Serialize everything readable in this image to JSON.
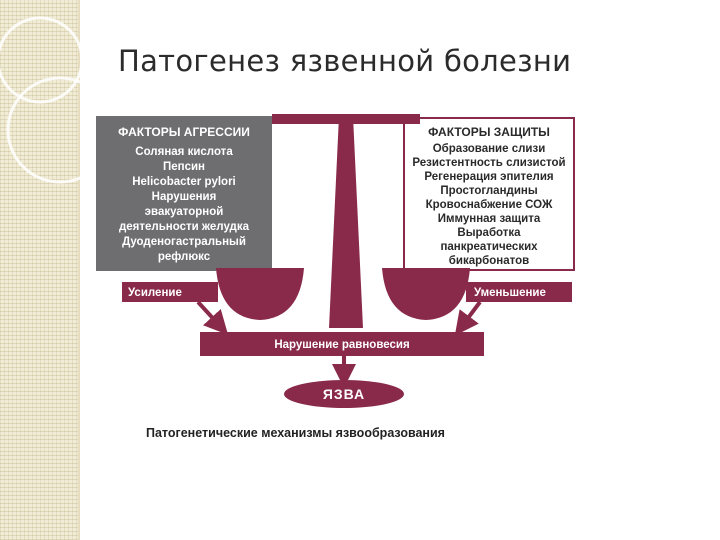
{
  "title": "Патогенез язвенной болезни",
  "aggression": {
    "heading": "ФАКТОРЫ АГРЕССИИ",
    "items": [
      "Соляная кислота",
      "Пепсин",
      "Helicobacter pylori",
      "Нарушения",
      "эвакуаторной",
      "деятельности желудка",
      "Дуоденогастральный",
      "рефлюкс"
    ]
  },
  "protection": {
    "heading": "ФАКТОРЫ ЗАЩИТЫ",
    "items": [
      "Образование слизи",
      "Резистентность слизистой",
      "Регенерация эпителия",
      "Простогландины",
      "Кровоснабжение СОЖ",
      "Иммунная защита",
      "Выработка",
      "панкреатических",
      "бикарбонатов"
    ]
  },
  "bars": {
    "left": "Усиление",
    "right": "Уменьшение",
    "center": "Нарушение равновесия"
  },
  "result": "ЯЗВА",
  "caption": "Патогенетические механизмы язвообразования",
  "colors": {
    "maroon": "#8a2a4a",
    "gray_box": "#6e6e70",
    "strip": "#f1ecd6"
  }
}
